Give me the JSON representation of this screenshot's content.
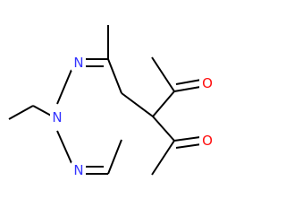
{
  "molecule": {
    "atoms": {
      "n_top": "N",
      "n_mid": "N",
      "n_bottom": "N",
      "o_top": "O",
      "o_bottom": "O"
    },
    "colors": {
      "bond": "#000000",
      "nitrogen": "#3333ff",
      "oxygen": "#ff0d0d",
      "background": "#ffffff"
    }
  }
}
